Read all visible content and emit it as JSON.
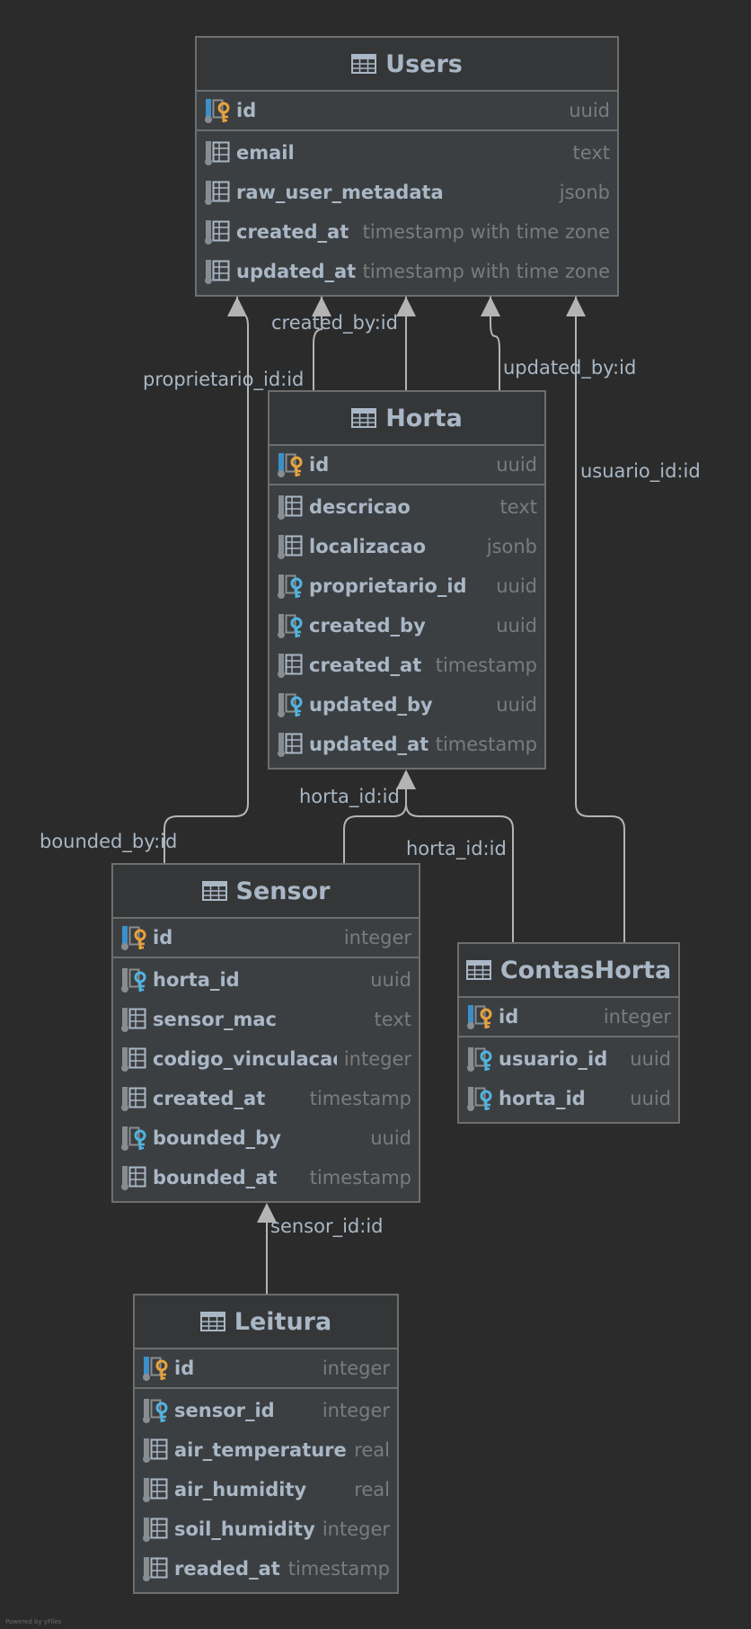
{
  "entities": {
    "users": {
      "title": "Users",
      "pk": {
        "name": "id",
        "type": "uuid",
        "icon": "primary-key-icon"
      },
      "columns": [
        {
          "name": "email",
          "type": "text",
          "icon": "column-icon"
        },
        {
          "name": "raw_user_metadata",
          "type": "jsonb",
          "icon": "column-icon"
        },
        {
          "name": "created_at",
          "type": "timestamp with time zone",
          "icon": "column-icon"
        },
        {
          "name": "updated_at",
          "type": "timestamp with time zone",
          "icon": "column-icon"
        }
      ]
    },
    "horta": {
      "title": "Horta",
      "pk": {
        "name": "id",
        "type": "uuid",
        "icon": "primary-key-icon"
      },
      "columns": [
        {
          "name": "descricao",
          "type": "text",
          "icon": "column-icon"
        },
        {
          "name": "localizacao",
          "type": "jsonb",
          "icon": "column-icon"
        },
        {
          "name": "proprietario_id",
          "type": "uuid",
          "icon": "foreign-key-icon"
        },
        {
          "name": "created_by",
          "type": "uuid",
          "icon": "foreign-key-icon"
        },
        {
          "name": "created_at",
          "type": "timestamp",
          "icon": "column-icon"
        },
        {
          "name": "updated_by",
          "type": "uuid",
          "icon": "foreign-key-icon"
        },
        {
          "name": "updated_at",
          "type": "timestamp",
          "icon": "column-icon"
        }
      ]
    },
    "sensor": {
      "title": "Sensor",
      "pk": {
        "name": "id",
        "type": "integer",
        "icon": "primary-key-icon"
      },
      "columns": [
        {
          "name": "horta_id",
          "type": "uuid",
          "icon": "foreign-key-icon"
        },
        {
          "name": "sensor_mac",
          "type": "text",
          "icon": "column-icon"
        },
        {
          "name": "codigo_vinculacao",
          "type": "integer",
          "icon": "column-icon"
        },
        {
          "name": "created_at",
          "type": "timestamp",
          "icon": "column-icon"
        },
        {
          "name": "bounded_by",
          "type": "uuid",
          "icon": "foreign-key-icon"
        },
        {
          "name": "bounded_at",
          "type": "timestamp",
          "icon": "column-icon"
        }
      ]
    },
    "contas_horta": {
      "title": "ContasHorta",
      "pk": {
        "name": "id",
        "type": "integer",
        "icon": "primary-key-icon"
      },
      "columns": [
        {
          "name": "usuario_id",
          "type": "uuid",
          "icon": "foreign-key-icon"
        },
        {
          "name": "horta_id",
          "type": "uuid",
          "icon": "foreign-key-icon"
        }
      ]
    },
    "leitura": {
      "title": "Leitura",
      "pk": {
        "name": "id",
        "type": "integer",
        "icon": "primary-key-icon"
      },
      "columns": [
        {
          "name": "sensor_id",
          "type": "integer",
          "icon": "foreign-key-icon"
        },
        {
          "name": "air_temperature",
          "type": "real",
          "icon": "column-icon"
        },
        {
          "name": "air_humidity",
          "type": "real",
          "icon": "column-icon"
        },
        {
          "name": "soil_humidity",
          "type": "integer",
          "icon": "column-icon"
        },
        {
          "name": "readed_at",
          "type": "timestamp",
          "icon": "column-icon"
        }
      ]
    }
  },
  "relations": {
    "proprietario": "proprietario_id:id",
    "created_by": "created_by:id",
    "updated_by": "updated_by:id",
    "usuario": "usuario_id:id",
    "bounded_by": "bounded_by:id",
    "sensor_horta": "horta_id:id",
    "contas_horta": "horta_id:id",
    "sensor_leitura": "sensor_id:id"
  },
  "footer": "Powered by yFiles",
  "colors": {
    "background": "#2b2b2b",
    "entity_fill": "#3c3f41",
    "header_fill": "#353637",
    "border": "#6e6e6e",
    "text": "#a9b7c6",
    "type_text": "#7b7b7b",
    "edge": "#b4b4b4",
    "pk_key": "#e8a33a",
    "fk_key": "#4fb4e2"
  }
}
